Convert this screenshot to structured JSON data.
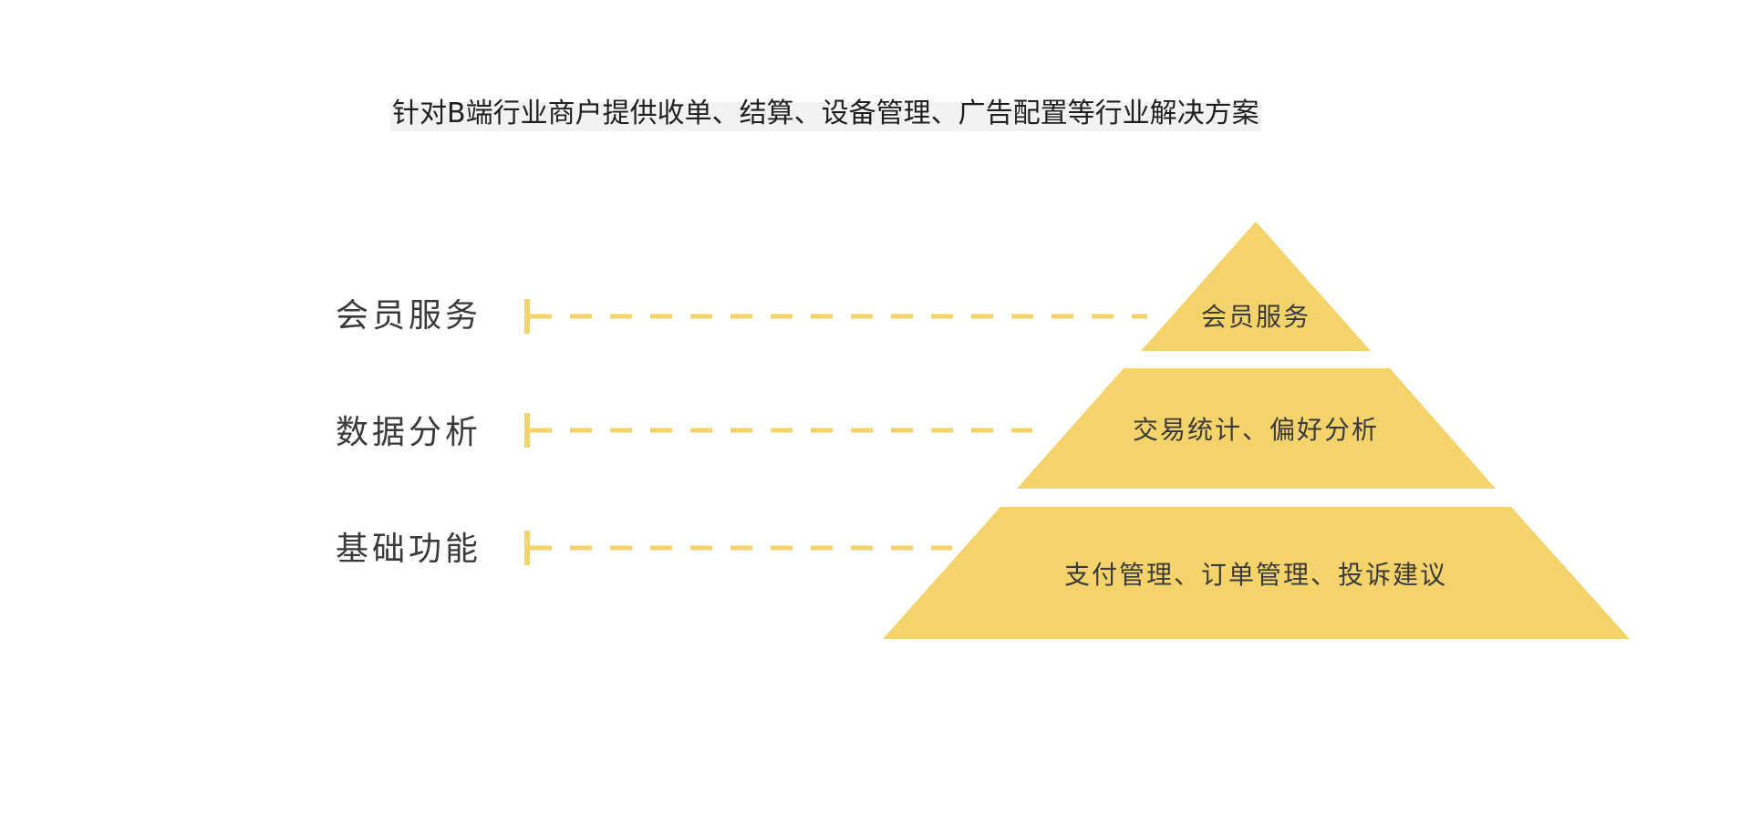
{
  "title": "针对B端行业商户提供收单、结算、设备管理、广告配置等行业解决方案",
  "colors": {
    "accent": "#F4D36A",
    "text": "#3A3A3A",
    "title_bg": "#F2F2F2"
  },
  "levels": [
    {
      "label": "会员服务",
      "content": "会员服务"
    },
    {
      "label": "数据分析",
      "content": "交易统计、偏好分析"
    },
    {
      "label": "基础功能",
      "content": "支付管理、订单管理、投诉建议"
    }
  ]
}
